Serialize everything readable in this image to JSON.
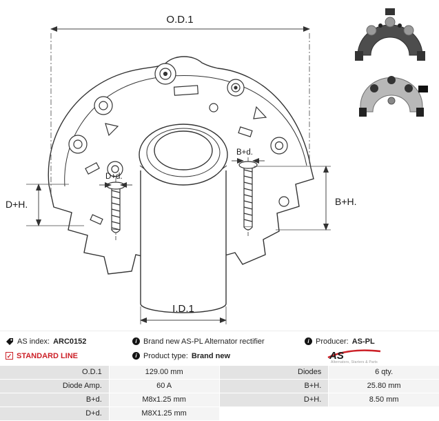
{
  "drawing": {
    "od1": "O.D.1",
    "id1": "I.D.1",
    "dh": "D+H.",
    "bh": "B+H.",
    "bd": "B+d.",
    "dd": "D+d."
  },
  "info": {
    "as_index_label": "AS index:",
    "as_index_value": "ARC0152",
    "description": "Brand new AS-PL Alternator rectifier",
    "producer_label": "Producer:",
    "producer_value": "AS-PL",
    "standard_line": "STANDARD LINE",
    "product_type_label": "Product type:",
    "product_type_value": "Brand new",
    "logo_text": "AS",
    "logo_tagline": "Alternators, Starters & Parts",
    "info_glyph": "i",
    "check_glyph": "✓"
  },
  "table": {
    "rows": [
      {
        "l1": "O.D.1",
        "v1": "129.00 mm",
        "l2": "Diodes",
        "v2": "6 qty."
      },
      {
        "l1": "Diode Amp.",
        "v1": "60 A",
        "l2": "B+H.",
        "v2": "25.80 mm"
      },
      {
        "l1": "B+d.",
        "v1": "M8x1.25 mm",
        "l2": "D+H.",
        "v2": "8.50 mm"
      },
      {
        "l1": "D+d.",
        "v1": "M8X1.25 mm",
        "l2": "",
        "v2": ""
      }
    ]
  },
  "colors": {
    "accent_red": "#cc2027",
    "table_label_bg": "#e3e3e3",
    "table_value_bg": "#f4f4f4",
    "line_color": "#333333"
  }
}
